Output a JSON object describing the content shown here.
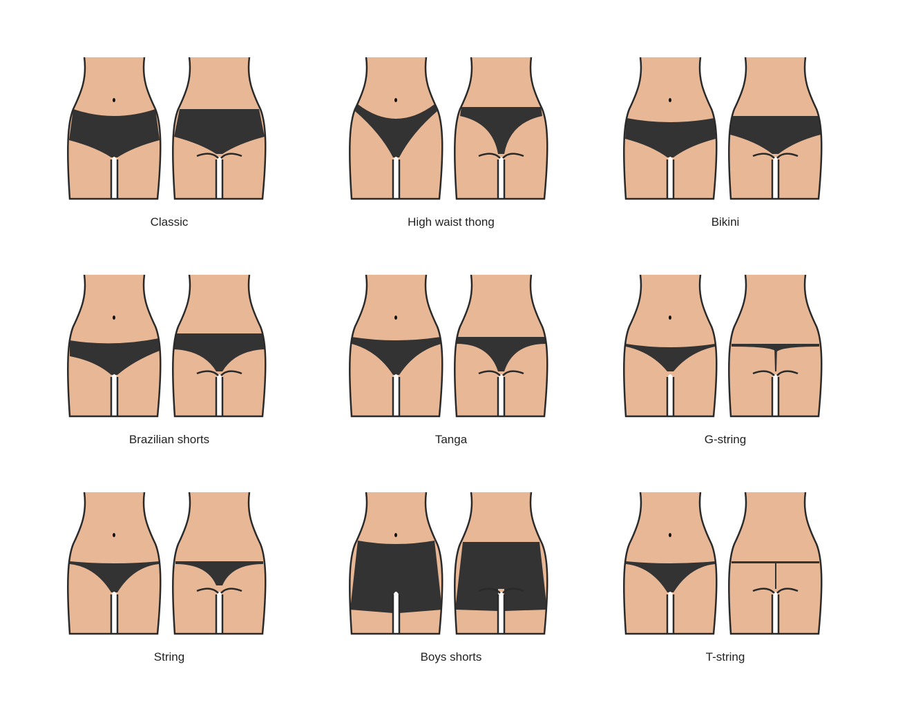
{
  "title": "Types of women's panties",
  "colors": {
    "skin": "#e8b896",
    "garment": "#333333",
    "outline": "#2a2a2a"
  },
  "items": [
    {
      "label": "Classic",
      "style": "classic"
    },
    {
      "label": "High waist thong",
      "style": "highthong"
    },
    {
      "label": "Bikini",
      "style": "bikini"
    },
    {
      "label": "Brazilian shorts",
      "style": "brazilian"
    },
    {
      "label": "Tanga",
      "style": "tanga"
    },
    {
      "label": "G-string",
      "style": "gstring"
    },
    {
      "label": "String",
      "style": "string"
    },
    {
      "label": "Boys shorts",
      "style": "shorts"
    },
    {
      "label": "T-string",
      "style": "tstring"
    }
  ]
}
